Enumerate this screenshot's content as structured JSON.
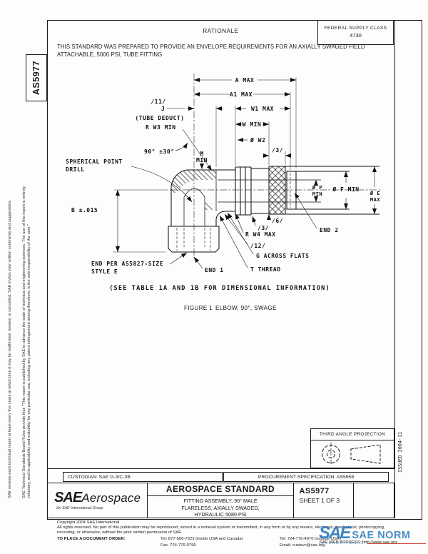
{
  "header": {
    "rationale_title": "RATIONALE",
    "rationale_line1": "THIS STANDARD WAS PREPARED TO PROVIDE AN ENVELOPE REQUIREMENTS FOR AN AXIALLY SWAGED  FIELD",
    "rationale_line2": "ATTACHABLE, 5000 PSI, TUBE FITTING",
    "fsc_label": "FEDERAL SUPPLY CLASS",
    "fsc_value": "4730"
  },
  "sidebar": {
    "doc_number": "AS5977",
    "disclaimer1_line1": "SAE Technical Standards Board Rules provide that: \"This report is published by SAE to advance the state of technical and engineering sciences. The use of this report is entirely",
    "disclaimer1_line2": "voluntary, and its applicability and suitability for any particular use, including any patent infringement arising therefrom, is the sole responsibility of the user.\"",
    "disclaimer2": "SAE reviews each technical report at least every five years at which time it may be reaffirmed, revised, or cancelled. SAE invites your written comments and suggestions."
  },
  "figure": {
    "labels": {
      "a_max": "A MAX",
      "a1_max": "A1 MAX",
      "note11": "/11/",
      "j": "J",
      "tube_deduct": "(TUBE DEDUCT)",
      "w1_max": "W1 MAX",
      "w_min": "W MIN",
      "dia_w2": "Ø W2",
      "note3_top": "/3/",
      "m": "M",
      "m_min": "MIN",
      "r_w3_min": "R W3 MIN",
      "angle": "90° ±30°",
      "spherical1": "SPHERICAL POINT",
      "spherical2": "DRILL",
      "b_tol": "B ±.015",
      "dia_p1": "Ø P",
      "dia_p2": "MIN",
      "dia_f": "Ø F MIN",
      "dia_e1": "Ø E",
      "dia_e2": "MAX",
      "note6": "/6/",
      "note3": "/3/",
      "r_w4_max": "R W4 MAX",
      "note12": "/12/",
      "g_flats": "G ACROSS FLATS",
      "t_thread": "T THREAD",
      "end1": "END 1",
      "end2": "END 2",
      "end_per1": "END PER AS5827-SIZE",
      "end_per2": "STYLE E"
    },
    "note": "(SEE TABLE 1A AND 1B FOR DIMENSIONAL INFORMATION)",
    "caption_prefix": "FIGURE 1",
    "caption_text": "ELBOW, 90°, SWAGE"
  },
  "projection": {
    "title": "THIRD ANGLE PROJECTION"
  },
  "margin": {
    "issued": "ISSUED 2004-11"
  },
  "title_block": {
    "custodian": "CUSTODIAN: SAE G-3/C-3B",
    "procurement": "PROCUREMENT SPECIFICATION: AS5958",
    "logo_sae": "SAE",
    "logo_aero": "Aerospace",
    "logo_sub": "An SAE International Group",
    "standard_type": "AEROSPACE STANDARD",
    "title_line1": "FITTING ASSEMBLY, 90° MALE",
    "title_line2": "FLARELESS, AXIALLY SWAGED,",
    "title_line3": "HYDRAULIC 5080 PSI",
    "doc_number": "AS5977",
    "sheet": "SHEET 1 OF 3"
  },
  "footer": {
    "copyright": "Copyright 2004 SAE International",
    "rights_1": "All rights reserved. No part of this publication may be reproduced, stored in a retrieval system or transmitted, in any form or by any means, electronic, mechanical, photocopying,",
    "rights_2": "recording, or otherwise, without the prior written permission of SAE.",
    "order_label": "TO PLACE A DOCUMENT ORDER:",
    "tel_inside": "Tel: 877-606-7323 (inside USA and Canada)",
    "tel_outside": "Tel: 724-776-4970 (outside USA)",
    "fax": "Fax: 724-776-0790",
    "email": "Email: custsvc@sae.org",
    "web": "SAE WEB ADDRESS: http://www.sae.org"
  },
  "watermark": {
    "brand": "SAE",
    "name": "SAE NORM",
    "sub": "INTERNATIONAL"
  }
}
